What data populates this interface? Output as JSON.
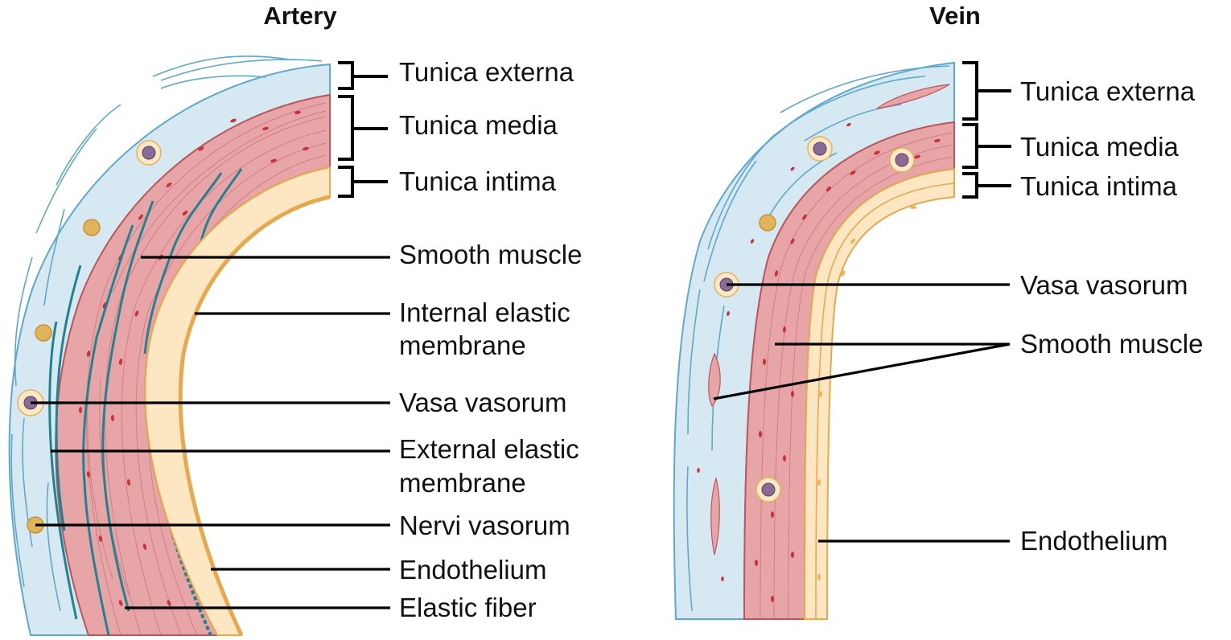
{
  "artery": {
    "title": "Artery",
    "labels": {
      "tunica_externa": "Tunica externa",
      "tunica_media": "Tunica media",
      "tunica_intima": "Tunica intima",
      "smooth_muscle": "Smooth muscle",
      "internal_elastic_1": "Internal elastic",
      "internal_elastic_2": "membrane",
      "vasa_vasorum": "Vasa vasorum",
      "external_elastic_1": "External elastic",
      "external_elastic_2": "membrane",
      "nervi_vasorum": "Nervi vasorum",
      "endothelium": "Endothelium",
      "elastic_fiber": "Elastic fiber"
    }
  },
  "vein": {
    "title": "Vein",
    "labels": {
      "tunica_externa": "Tunica externa",
      "tunica_media": "Tunica media",
      "tunica_intima": "Tunica intima",
      "vasa_vasorum": "Vasa vasorum",
      "smooth_muscle": "Smooth muscle",
      "endothelium": "Endothelium"
    }
  },
  "colors": {
    "tunica_externa": "#d6e9f3",
    "tunica_externa_line": "#5fa8c8",
    "tunica_media": "#e8a5a7",
    "tunica_media_line": "#b9575d",
    "muscle_nucleus": "#c8323a",
    "tunica_intima": "#fde6c2",
    "intima_edge": "#e7a94f",
    "elastic_wave": "#23828f",
    "vasa_cell": "#8b6a94",
    "nerve_cell": "#e2b45a"
  }
}
